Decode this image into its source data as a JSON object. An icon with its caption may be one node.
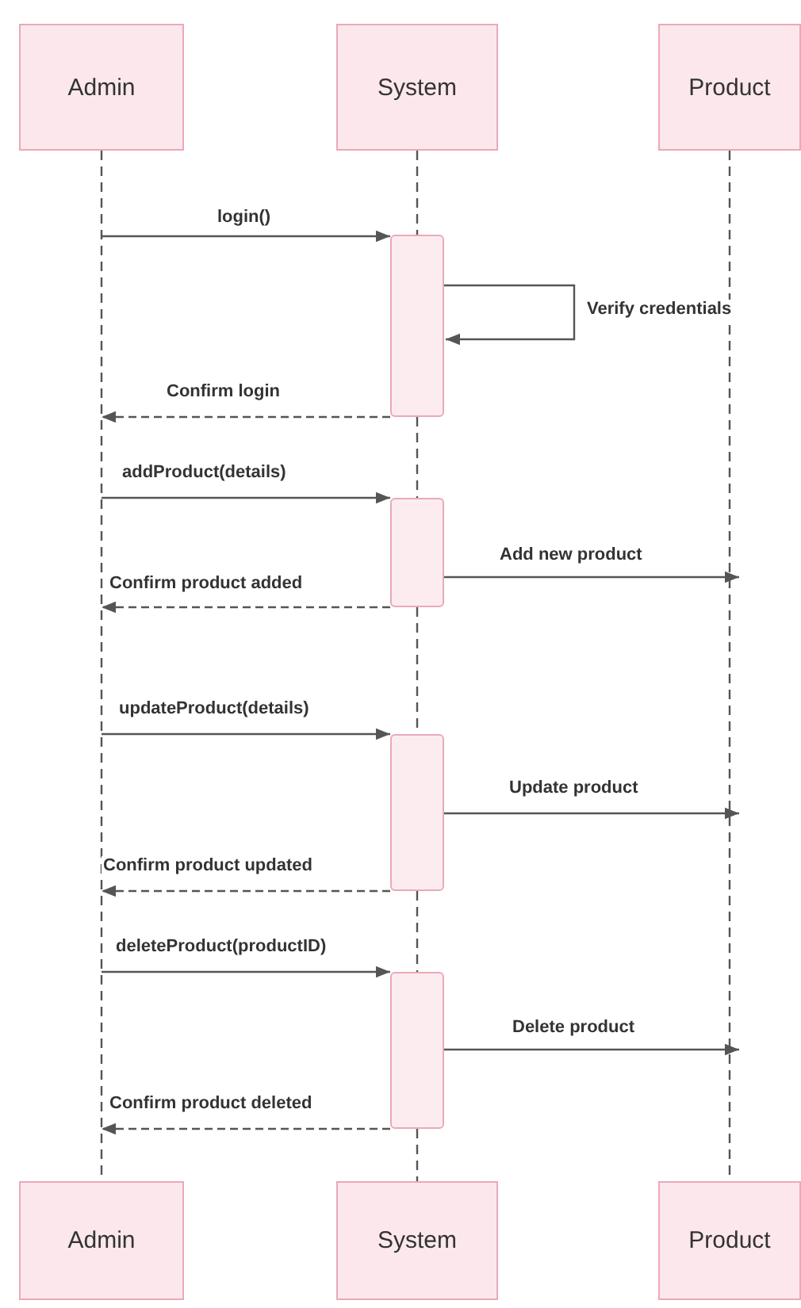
{
  "diagram": {
    "nodes": [
      {
        "text": [
          "Admin"
        ]
      },
      {
        "text": [
          "System"
        ]
      },
      {
        "text": [
          "Product"
        ]
      },
      {
        "text": [],
        "shape": "bar"
      },
      {
        "text": [],
        "shape": "bar"
      },
      {
        "text": [],
        "shape": "bar"
      },
      {
        "text": [],
        "shape": "bar"
      },
      {
        "text": [
          "Admin"
        ]
      },
      {
        "text": [
          "System"
        ]
      },
      {
        "text": [
          "Product"
        ]
      }
    ],
    "edges": [
      {
        "from": 0,
        "to": 7,
        "arrow": "none",
        "style": "dashed"
      },
      {
        "from": 1,
        "to": 3,
        "arrow": "none",
        "style": "dashed"
      },
      {
        "from": 2,
        "to": 9,
        "arrow": "none",
        "style": "dashed"
      },
      {
        "from": null,
        "to": 3,
        "arrow": "to",
        "label": "login()"
      },
      {
        "from": 3,
        "to": 3,
        "arrow": "to",
        "label": "Verify credentials"
      },
      {
        "from": 3,
        "to": null,
        "arrow": "to",
        "label": "Confirm login",
        "style": "dashed"
      },
      {
        "from": null,
        "to": 4,
        "arrow": "to",
        "label": "addProduct(details)"
      },
      {
        "from": 4,
        "to": null,
        "arrow": "to",
        "label": "Add new product"
      },
      {
        "from": 4,
        "to": null,
        "arrow": "to",
        "label": "Confirm product added",
        "style": "dashed"
      },
      {
        "from": null,
        "to": 5,
        "arrow": "to",
        "label": "updateProduct(details)"
      },
      {
        "from": 5,
        "to": null,
        "arrow": "to",
        "label": "Update product"
      },
      {
        "from": 5,
        "to": null,
        "arrow": "to",
        "label": "Confirm product updated",
        "style": "dashed"
      },
      {
        "from": null,
        "to": 6,
        "arrow": "to",
        "label": "deleteProduct(productID)"
      },
      {
        "from": 6,
        "to": null,
        "arrow": "to",
        "label": "Delete product"
      },
      {
        "from": 6,
        "to": null,
        "arrow": "to",
        "label": "Confirm product deleted",
        "style": "dashed"
      },
      {
        "from": 3,
        "to": 4,
        "arrow": "none",
        "style": "dashed"
      },
      {
        "from": 4,
        "to": 5,
        "arrow": "none",
        "style": "dashed"
      },
      {
        "from": 5,
        "to": 6,
        "arrow": "none",
        "style": "dashed"
      },
      {
        "from": 6,
        "to": 8,
        "arrow": "none",
        "style": "dashed"
      }
    ]
  }
}
